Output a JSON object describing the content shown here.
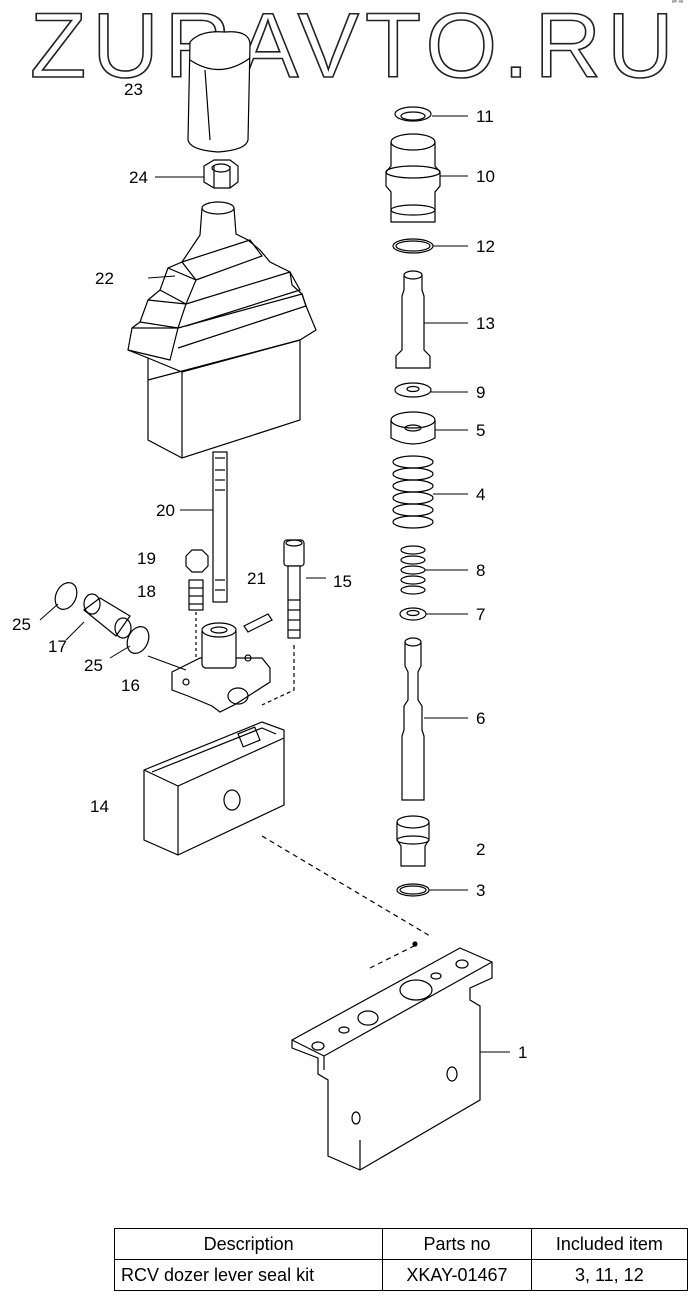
{
  "watermark": "ZURAVTO.RU",
  "corner_mark": "ᵃʷ ᵃᵃ",
  "callouts": [
    "23",
    "24",
    "22",
    "20",
    "19",
    "18",
    "21",
    "15",
    "25",
    "17",
    "25",
    "16",
    "14",
    "11",
    "10",
    "12",
    "13",
    "9",
    "5",
    "4",
    "8",
    "7",
    "6",
    "2",
    "3",
    "1"
  ],
  "kit_table": {
    "headers": [
      "Description",
      "Parts no",
      "Included item"
    ],
    "rows": [
      [
        "RCV dozer lever seal kit",
        "XKAY-01467",
        "3, 11, 12"
      ]
    ]
  }
}
